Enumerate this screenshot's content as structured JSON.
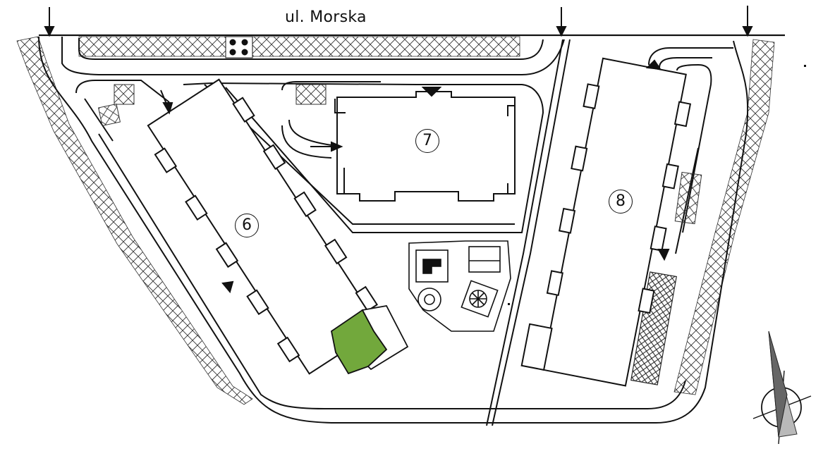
{
  "street": {
    "name": "ul. Morska"
  },
  "buildings": [
    {
      "number": "6",
      "highlighted_unit": true
    },
    {
      "number": "7"
    },
    {
      "number": "8"
    }
  ],
  "colors": {
    "highlight": "#72a83c",
    "line": "#111111",
    "hatch": "#333333",
    "compass_dark": "#666666",
    "compass_light": "#b9b9b9"
  },
  "icons": [
    "entrance-arrow-icon",
    "compass-icon"
  ]
}
